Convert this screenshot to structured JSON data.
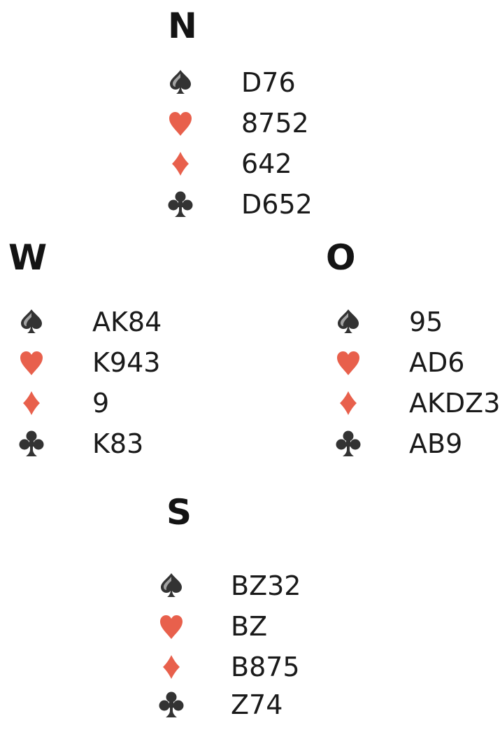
{
  "colors": {
    "black_suit": "#333333",
    "red_suit": "#e8604c",
    "text": "#1a1a1a"
  },
  "hands": {
    "north": {
      "label": "N",
      "spades": "D76",
      "hearts": "8752",
      "diamonds": "642",
      "clubs": "D652"
    },
    "west": {
      "label": "W",
      "spades": "AK84",
      "hearts": "K943",
      "diamonds": "9",
      "clubs": "K83"
    },
    "east": {
      "label": "O",
      "spades": "95",
      "hearts": "AD6",
      "diamonds": "AKDZ3",
      "clubs": "AB9"
    },
    "south": {
      "label": "S",
      "spades": "BZ32",
      "hearts": "BZ",
      "diamonds": "B875",
      "clubs": "Z74"
    }
  },
  "suit_icons": [
    "spade-icon",
    "heart-icon",
    "diamond-icon",
    "club-icon"
  ]
}
